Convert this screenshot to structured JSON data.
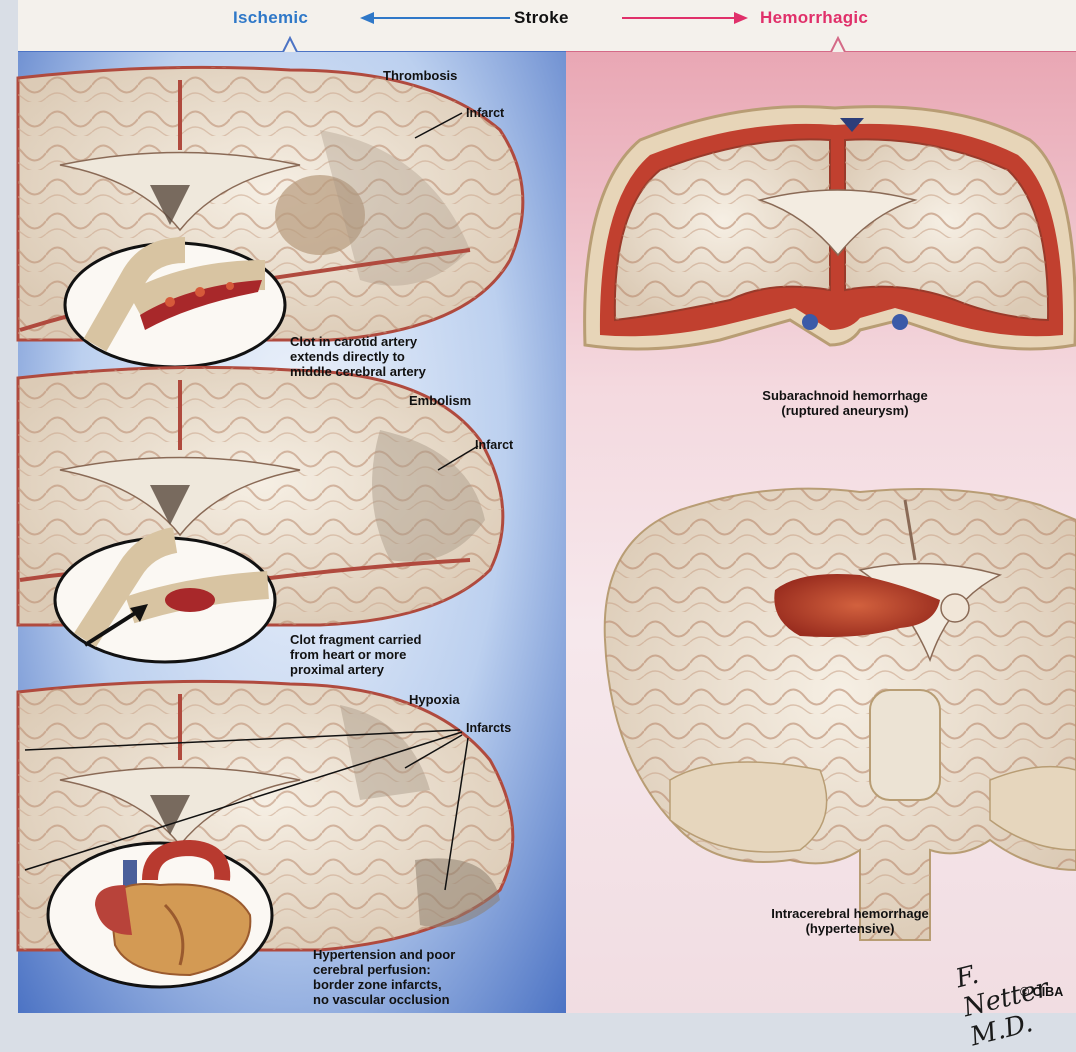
{
  "header": {
    "left": "Ischemic",
    "center": "Stroke",
    "right": "Hemorrhagic"
  },
  "ischemic": {
    "thrombosis": {
      "title": "Thrombosis",
      "infarct": "Infarct",
      "caption": [
        "Clot in carotid artery",
        "extends directly to",
        "middle cerebral artery"
      ]
    },
    "embolism": {
      "title": "Embolism",
      "infarct": "Infarct",
      "caption": [
        "Clot fragment carried",
        "from heart or more",
        "proximal artery"
      ]
    },
    "hypoxia": {
      "title": "Hypoxia",
      "infarcts": "Infarcts",
      "caption": [
        "Hypertension and poor",
        "cerebral perfusion:",
        "border zone infarcts,",
        "no vascular occlusion"
      ]
    }
  },
  "hemorrhagic": {
    "subarachnoid": {
      "title": "Subarachnoid hemorrhage",
      "subtitle": "(ruptured aneurysm)"
    },
    "intracerebral": {
      "title": "Intracerebral hemorrhage",
      "subtitle": "(hypertensive)"
    }
  },
  "signature": "F. Netter M.D.",
  "copyright": "© CIBA",
  "colors": {
    "ischemic": "#2f78c8",
    "hemorrhagic": "#e0306a",
    "brain": "#efe4d6",
    "vessel": "#c0504a",
    "blood": "#b3372a"
  }
}
